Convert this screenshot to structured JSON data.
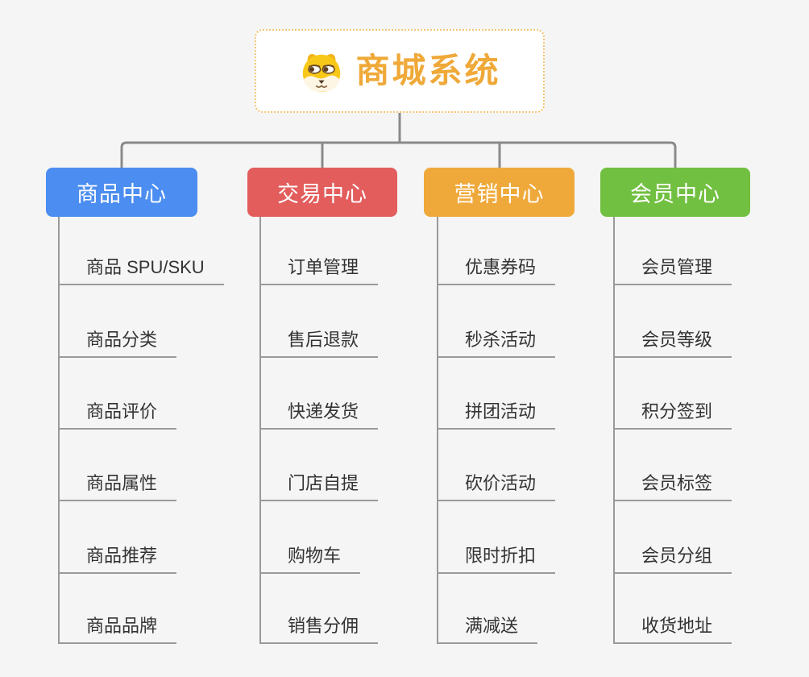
{
  "root": {
    "title": "商城系统",
    "title_color": "#efa939",
    "border_color": "#f3c472",
    "icon": "shiba-dog-icon"
  },
  "connector_color": "#8a8a8a",
  "line_color": "#9a9a9a",
  "branches": [
    {
      "label": "商品中心",
      "color": "#4b8df0",
      "items": [
        "商品 SPU/SKU",
        "商品分类",
        "商品评价",
        "商品属性",
        "商品推荐",
        "商品品牌"
      ]
    },
    {
      "label": "交易中心",
      "color": "#e35d5d",
      "items": [
        "订单管理",
        "售后退款",
        "快递发货",
        "门店自提",
        "购物车",
        "销售分佣"
      ]
    },
    {
      "label": "营销中心",
      "color": "#efa93b",
      "items": [
        "优惠券码",
        "秒杀活动",
        "拼团活动",
        "砍价活动",
        "限时折扣",
        "满减送"
      ]
    },
    {
      "label": "会员中心",
      "color": "#72c041",
      "items": [
        "会员管理",
        "会员等级",
        "积分签到",
        "会员标签",
        "会员分组",
        "收货地址"
      ]
    }
  ]
}
